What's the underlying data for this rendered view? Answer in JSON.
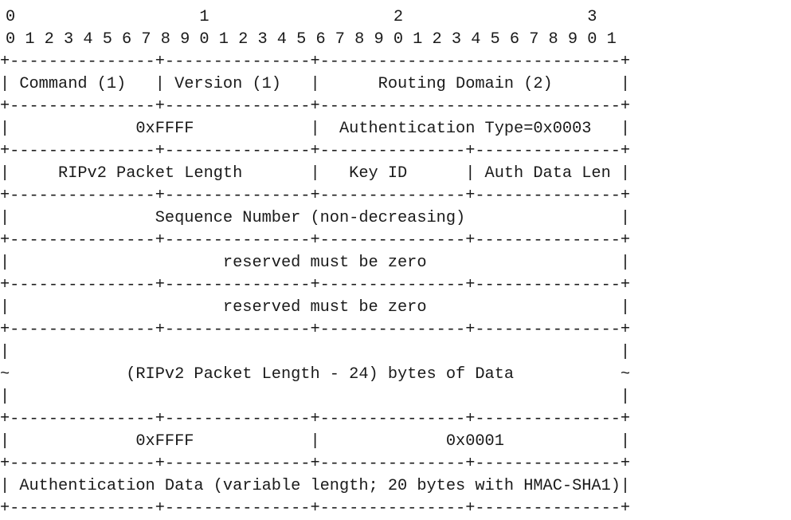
{
  "ruler": {
    "tens": "0                   1                   2                   3",
    "ones": "0 1 2 3 4 5 6 7 8 9 0 1 2 3 4 5 6 7 8 9 0 1 2 3 4 5 6 7 8 9 0 1"
  },
  "lines": [
    "+---------------+---------------+-------------------------------+",
    "| Command (1)   | Version (1)   |      Routing Domain (2)       |",
    "+---------------+---------------+-------------------------------+",
    "|             0xFFFF            |  Authentication Type=0x0003   |",
    "+---------------+---------------+---------------+---------------+",
    "|     RIPv2 Packet Length       |   Key ID      | Auth Data Len |",
    "+---------------+---------------+---------------+---------------+",
    "|               Sequence Number (non-decreasing)                |",
    "+---------------+---------------+---------------+---------------+",
    "|                      reserved must be zero                    |",
    "+---------------+---------------+---------------+---------------+",
    "|                      reserved must be zero                    |",
    "+---------------+---------------+---------------+---------------+",
    "|                                                               |",
    "~            (RIPv2 Packet Length - 24) bytes of Data           ~",
    "|                                                               |",
    "+---------------+---------------+---------------+---------------+",
    "|             0xFFFF            |             0x0001            |",
    "+---------------+---------------+---------------+---------------+",
    "| Authentication Data (variable length; 20 bytes with HMAC-SHA1)|",
    "+---------------+---------------+---------------+---------------+"
  ]
}
